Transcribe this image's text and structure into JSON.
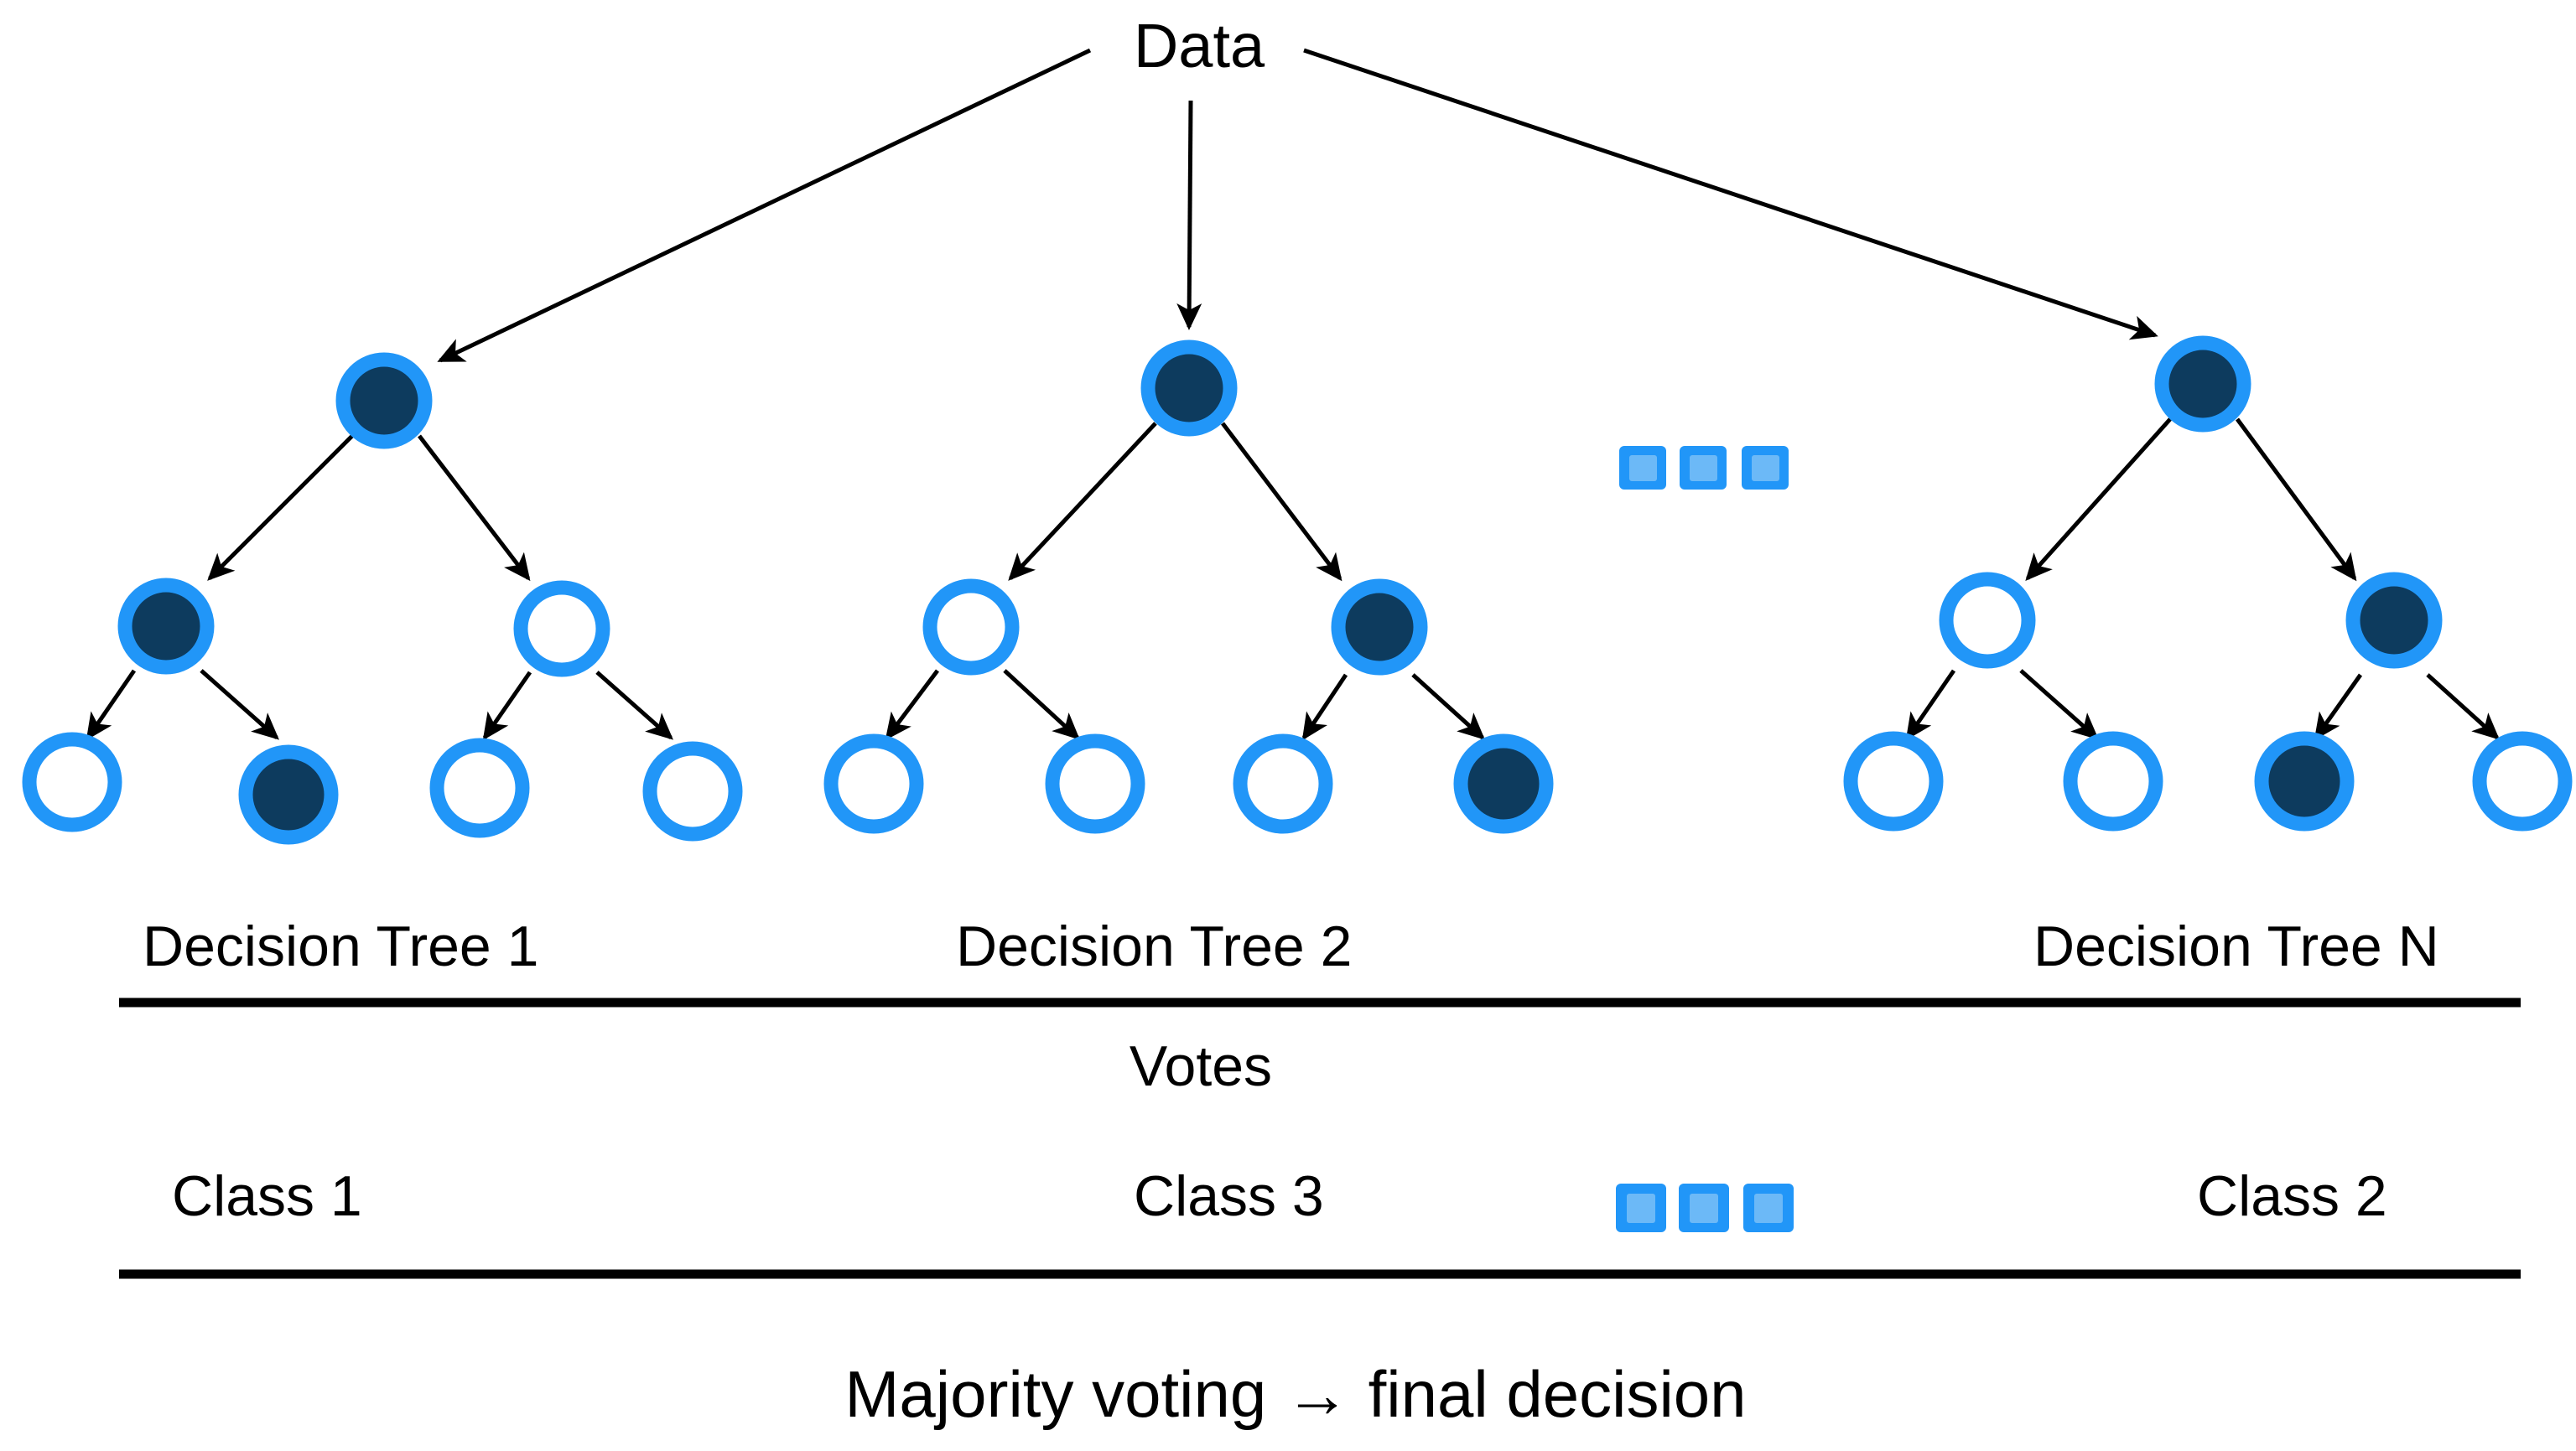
{
  "diagram": {
    "title_label": "Data",
    "bottom_label": "Majority voting → final decision",
    "votes_label": "Votes",
    "colors": {
      "node_ring": "#2196f8",
      "node_fill": "#0d3b5e",
      "node_empty_fill": "#ffffff",
      "edge": "#000000",
      "rule": "#000000",
      "square_outer": "#2196f8",
      "square_inner": "#6cb9f7",
      "background": "#ffffff",
      "text": "#000000"
    },
    "trees": [
      {
        "name_label": "Decision Tree 1",
        "vote_label": "Class 1",
        "root": {
          "filled": true
        },
        "level2": [
          {
            "filled": true
          },
          {
            "filled": false
          }
        ],
        "leaves": [
          {
            "filled": false
          },
          {
            "filled": true
          },
          {
            "filled": false
          },
          {
            "filled": false
          }
        ]
      },
      {
        "name_label": "Decision Tree 2",
        "vote_label": "Class 3",
        "root": {
          "filled": true
        },
        "level2": [
          {
            "filled": false
          },
          {
            "filled": true
          }
        ],
        "leaves": [
          {
            "filled": false
          },
          {
            "filled": false
          },
          {
            "filled": false
          },
          {
            "filled": true
          }
        ]
      },
      {
        "name_label": "Decision Tree N",
        "vote_label": "Class 2",
        "root": {
          "filled": true
        },
        "level2": [
          {
            "filled": false
          },
          {
            "filled": true
          }
        ],
        "leaves": [
          {
            "filled": false
          },
          {
            "filled": false
          },
          {
            "filled": true
          },
          {
            "filled": false
          }
        ]
      }
    ],
    "ellipsis_groups": [
      {
        "name": "trees-ellipsis",
        "count": 3
      },
      {
        "name": "votes-ellipsis",
        "count": 3
      }
    ]
  }
}
